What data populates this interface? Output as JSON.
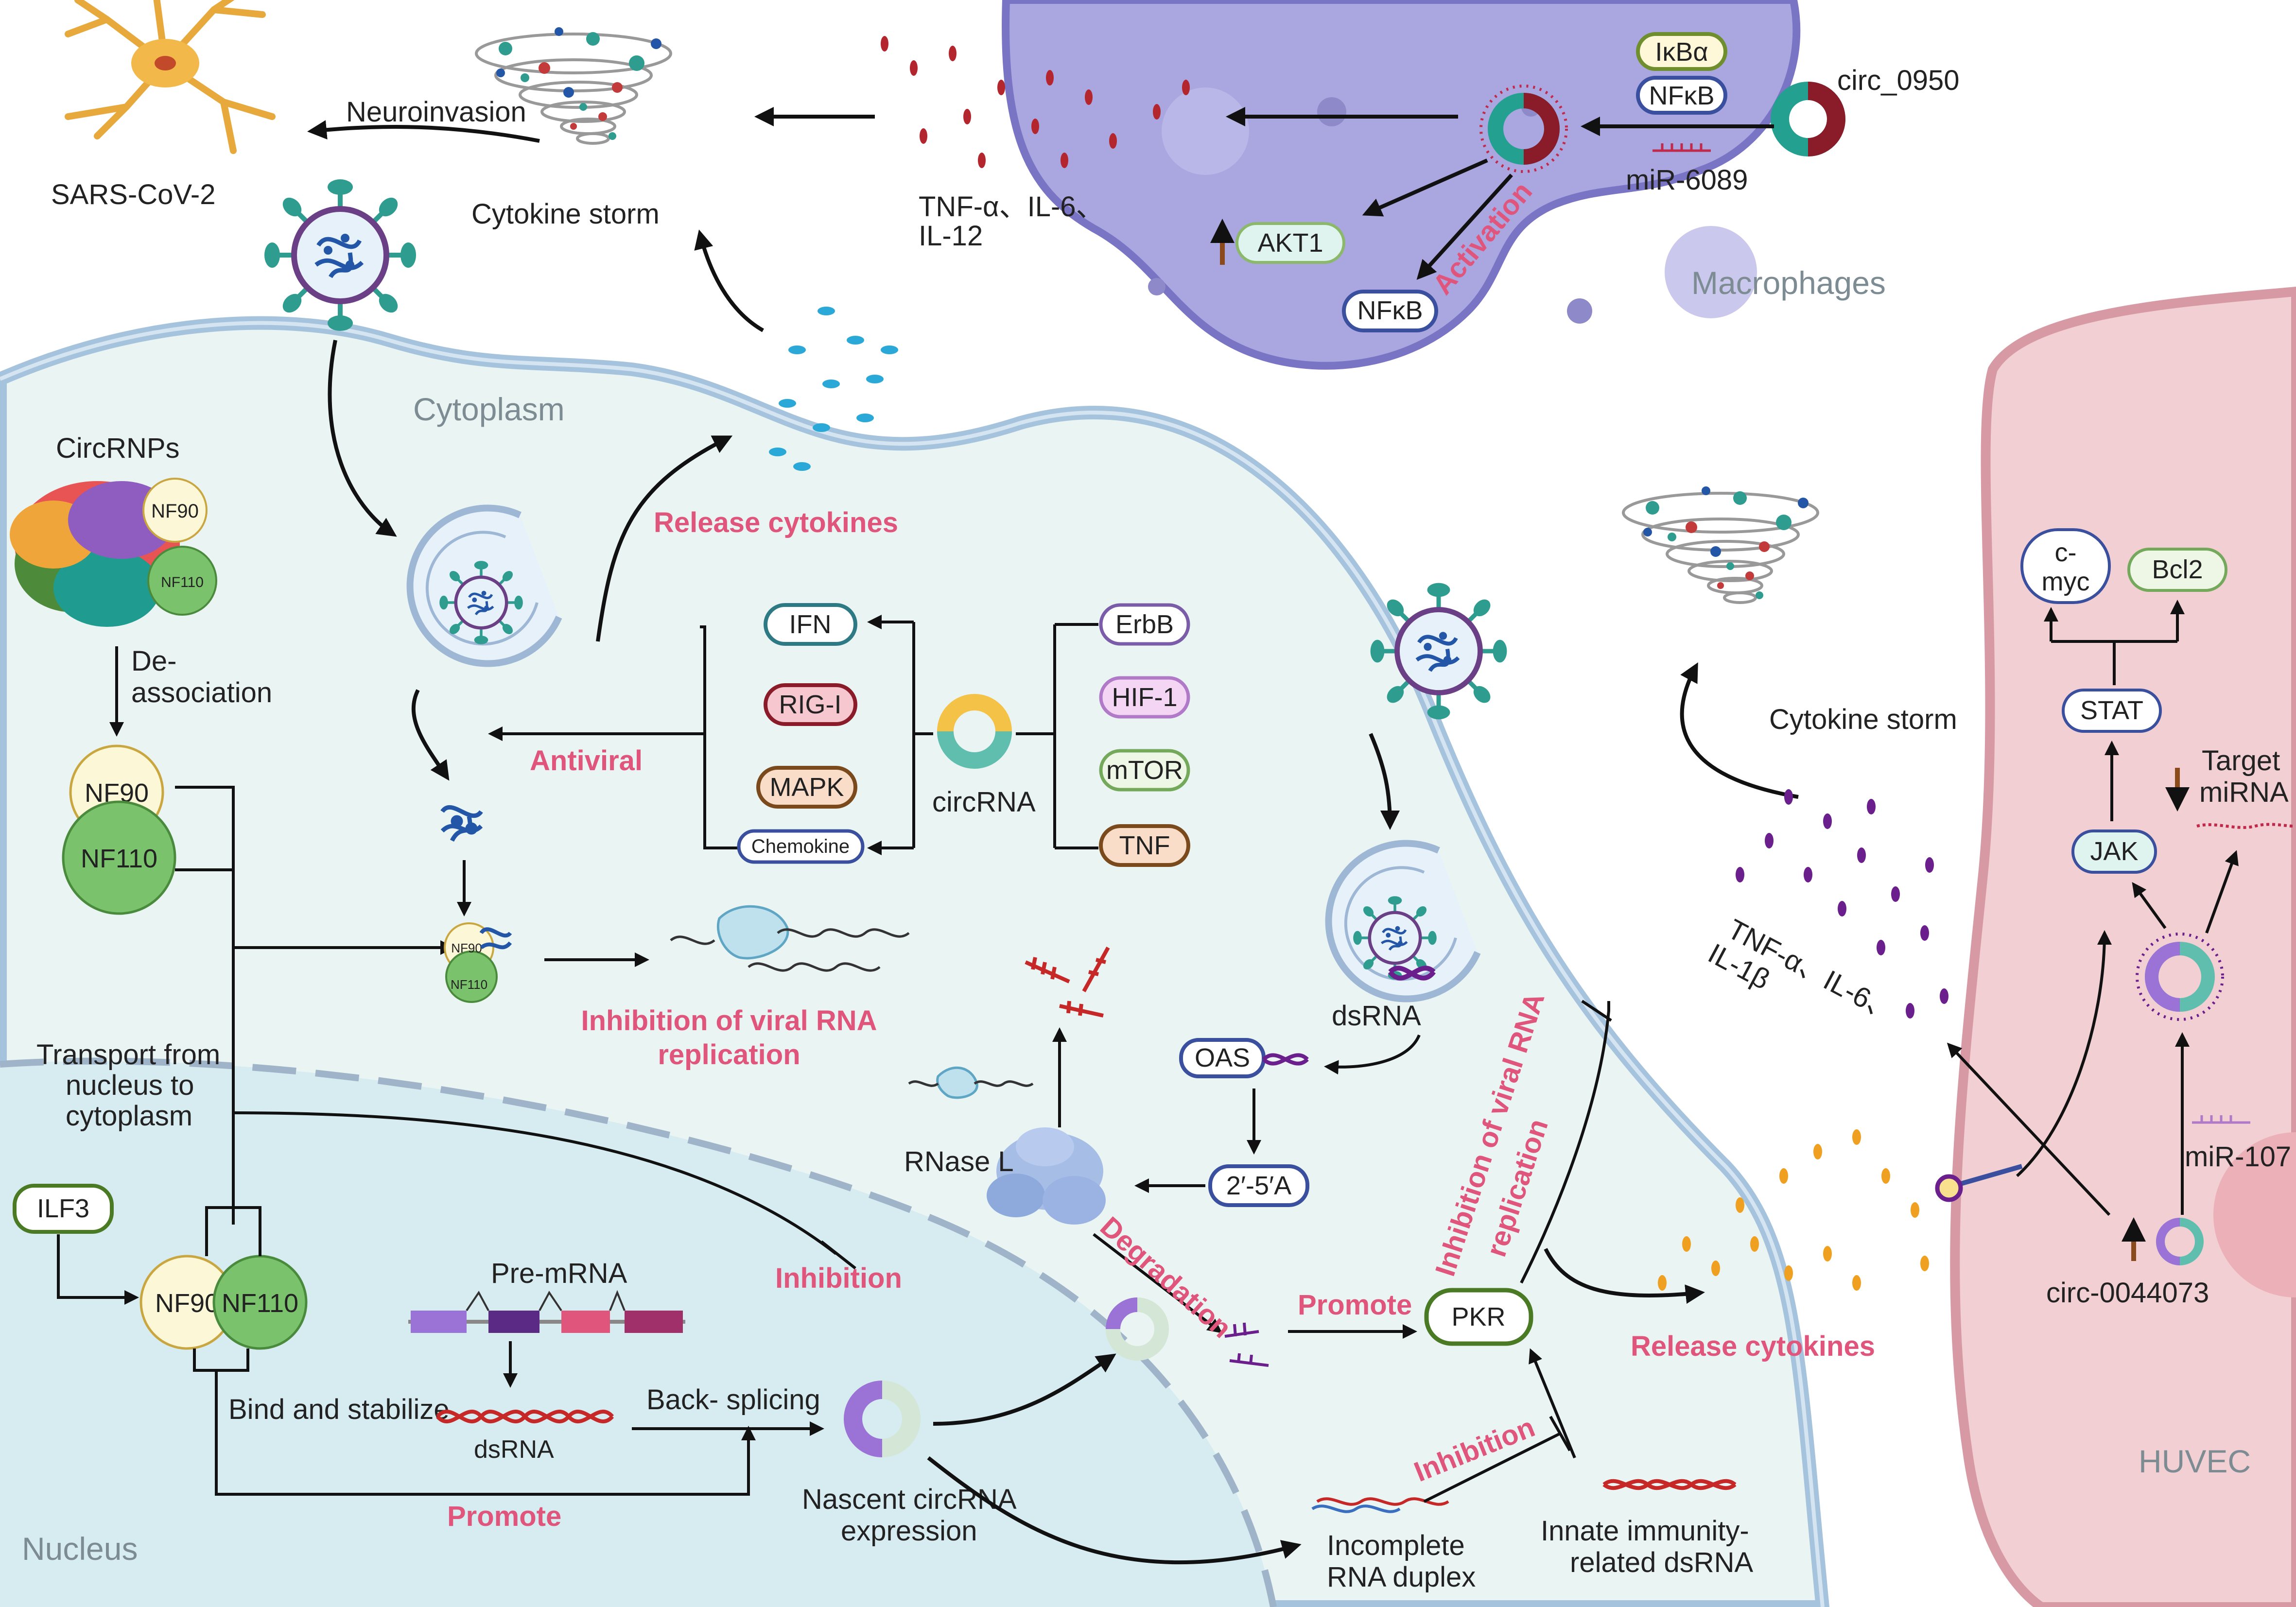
{
  "regions": {
    "cytoplasm": "Cytoplasm",
    "nucleus": "Nucleus",
    "macrophages": "Macrophages",
    "huvec": "HUVEC"
  },
  "labels": {
    "sars": "SARS-CoV-2",
    "neuroinvasion": "Neuroinvasion",
    "cytokine_storm_top": "Cytokine storm",
    "cytokines_mac_line1": "TNF-α、IL-6、",
    "cytokines_mac_line2": "IL-12",
    "circrnps": "CircRNPs",
    "deassoc_1": "De-",
    "deassoc_2": "association",
    "transport_1": "Transport from",
    "transport_2": "nucleus to",
    "transport_3": "cytoplasm",
    "premrna": "Pre-mRNA",
    "bind_stabilize": "Bind and stabilize",
    "dsrna": "dsRNA",
    "backsplicing": "Back- splicing",
    "nascent_1": "Nascent circRNA",
    "nascent_2": "expression",
    "circrna": "circRNA",
    "rnase_l": "RNase L",
    "dsrna_right": "dsRNA",
    "incomplete_1": "Incomplete",
    "incomplete_2": "RNA duplex",
    "innate_1": "Innate immunity-",
    "innate_2": "related dsRNA",
    "cytokine_storm_right": "Cytokine storm",
    "cytokines_huvec_1": "TNF-α、IL-6、",
    "cytokines_huvec_2": "IL-1β",
    "target_1": "Target",
    "target_2": "miRNA",
    "mir107": "miR-107",
    "circ0044073": "circ-0044073",
    "circ0950": "circ_0950",
    "mir6089": "miR-6089"
  },
  "highlights": {
    "release_cytokines_top": "Release cytokines",
    "antiviral": "Antiviral",
    "inhibition_viral_1": "Inhibition of viral RNA",
    "inhibition_viral_2": "replication",
    "inhibition_mid": "Inhibition",
    "promote_bottom": "Promote",
    "degradation": "Degradation",
    "promote_pkr": "Promote",
    "inhibition_pkr_1": "Inhibition of viral RNA",
    "inhibition_pkr_2": "replication",
    "release_cytokines_right": "Release cytokines",
    "inhibition_bottom": "Inhibition",
    "activation": "Activation"
  },
  "chips": {
    "ikba": "IκBα",
    "nfkb_mac": "NFκB",
    "akt1": "AKT1",
    "nfkb_act": "NFκB",
    "ifn": "IFN",
    "rigi": "RIG-I",
    "mapk": "MAPK",
    "chemokine": "Chemokine",
    "erbb": "ErbB",
    "hif1": "HIF-1",
    "mtor": "mTOR",
    "tnf": "TNF",
    "oas": "OAS",
    "oligo": "2′-5′A",
    "pkr": "PKR",
    "ilf3": "ILF3",
    "cmyc_1": "c-",
    "cmyc_2": "myc",
    "bcl2": "Bcl2",
    "stat": "STAT",
    "jak": "JAK"
  },
  "proteins": {
    "nf90": "NF90",
    "nf110": "NF110",
    "nf90_small": "NF90",
    "nf110_small": "NF110",
    "nf90_cluster": "NF90",
    "nf110_cluster": "NF110"
  },
  "colors": {
    "highlight": "#e0557c",
    "cytoplasm": "#eaf5f3",
    "nucleus": "#d6ecf1",
    "macrophage": "#a9a6e0",
    "huvec": "#f1cfd3",
    "virus": "#2e9c8e"
  },
  "icons": [
    "neuron-icon",
    "virus-icon",
    "cytokine-tornado-icon",
    "circrna-ring-icon",
    "protein-cluster-icon",
    "rnase-l-icon",
    "dsrna-helix-icon",
    "endosome-icon",
    "receptor-icon",
    "mirna-icon",
    "up-arrow-icon",
    "down-arrow-icon"
  ]
}
